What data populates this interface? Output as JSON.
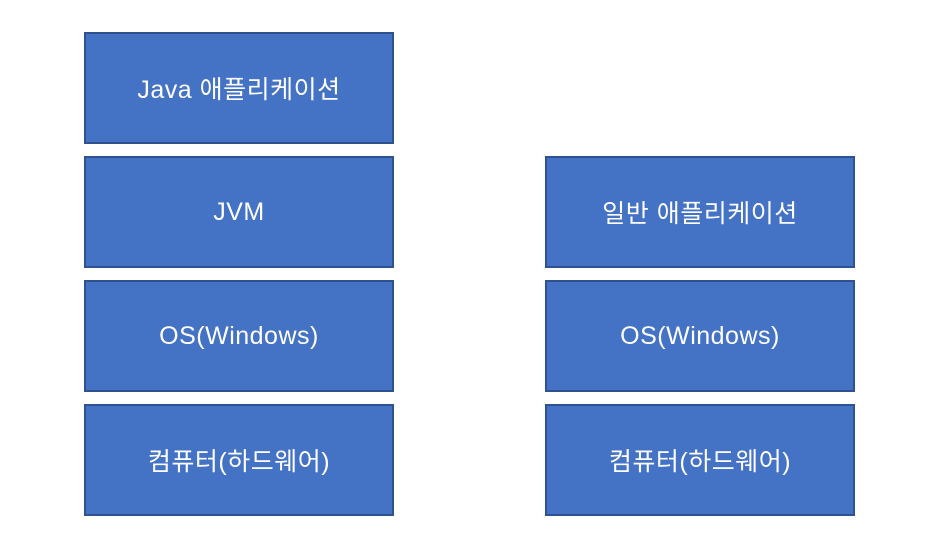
{
  "colors": {
    "background": "#FFFFFF",
    "box_fill": "#4472C4",
    "box_border": "#2F528F",
    "box_text": "#FFFFFF"
  },
  "diagram": {
    "left_stack": {
      "boxes": [
        {
          "label": "Java 애플리케이션"
        },
        {
          "label": "JVM"
        },
        {
          "label": "OS(Windows)"
        },
        {
          "label": "컴퓨터(하드웨어)"
        }
      ]
    },
    "right_stack": {
      "boxes": [
        {
          "label": "일반 애플리케이션"
        },
        {
          "label": "OS(Windows)"
        },
        {
          "label": "컴퓨터(하드웨어)"
        }
      ]
    }
  }
}
